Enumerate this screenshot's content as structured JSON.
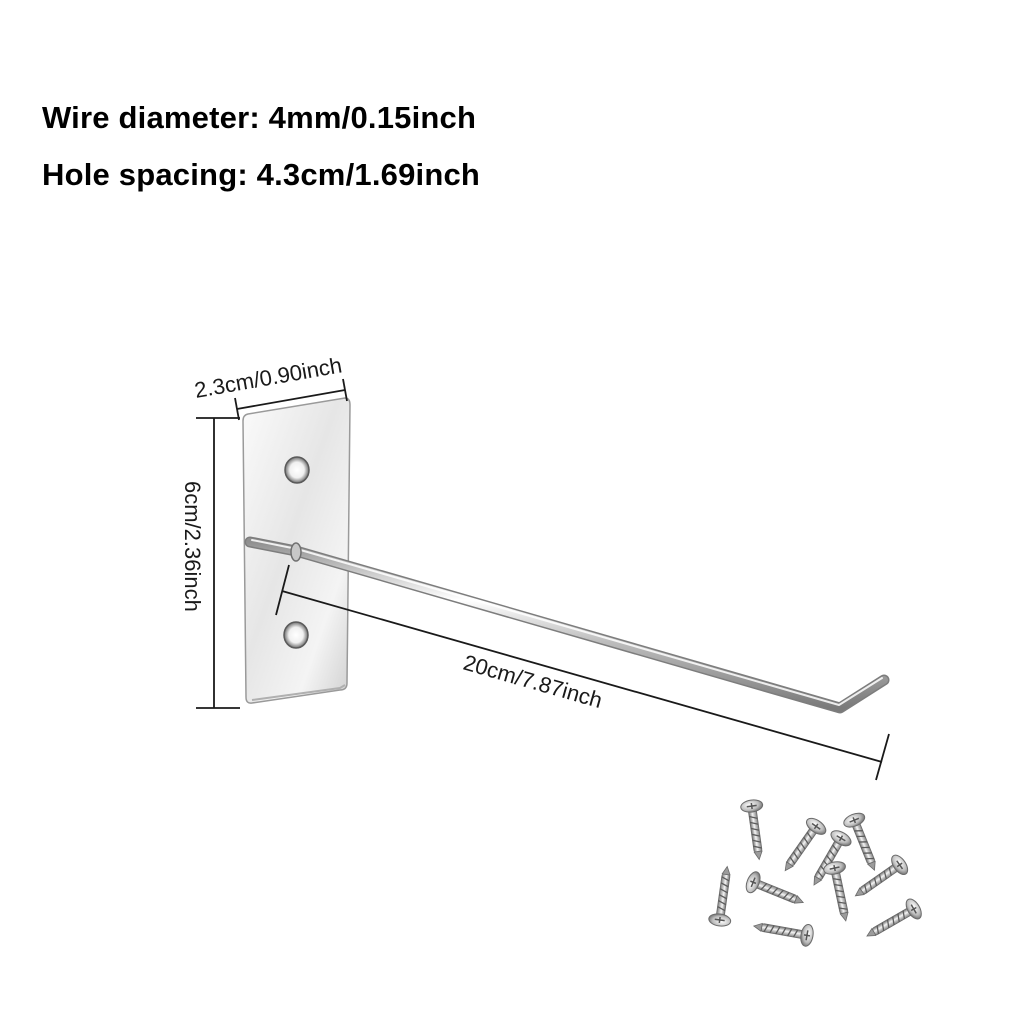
{
  "specs": {
    "wire_diameter": "Wire diameter: 4mm/0.15inch",
    "hole_spacing": "Hole spacing: 4.3cm/1.69inch"
  },
  "dimensions": {
    "width": "2.3cm/0.90inch",
    "height": "6cm/2.36inch",
    "length": "20cm/7.87inch"
  },
  "colors": {
    "metal_light": "#f2f2f2",
    "metal_mid": "#c9c9c9",
    "metal_dark": "#8a8a8a",
    "dimension_line": "#1a1a1a"
  },
  "screws": {
    "count": 10,
    "icon": "screw-icon"
  }
}
